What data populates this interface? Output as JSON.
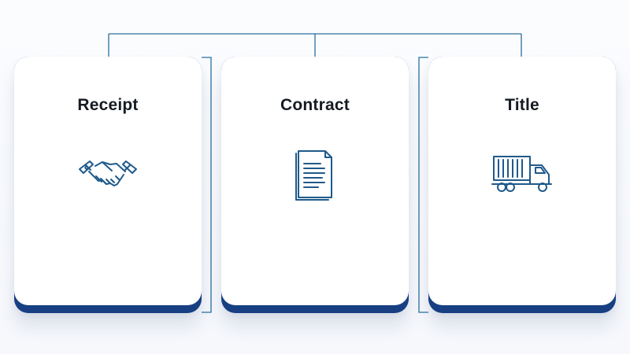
{
  "cards": [
    {
      "title": "Receipt",
      "icon": "handshake-icon"
    },
    {
      "title": "Contract",
      "icon": "document-icon"
    },
    {
      "title": "Title",
      "icon": "truck-icon"
    }
  ],
  "colors": {
    "accent": "#1f5a8b",
    "card_base": "#1c4f99",
    "connector": "#2a6f9f",
    "background": "#f7f9fc"
  }
}
